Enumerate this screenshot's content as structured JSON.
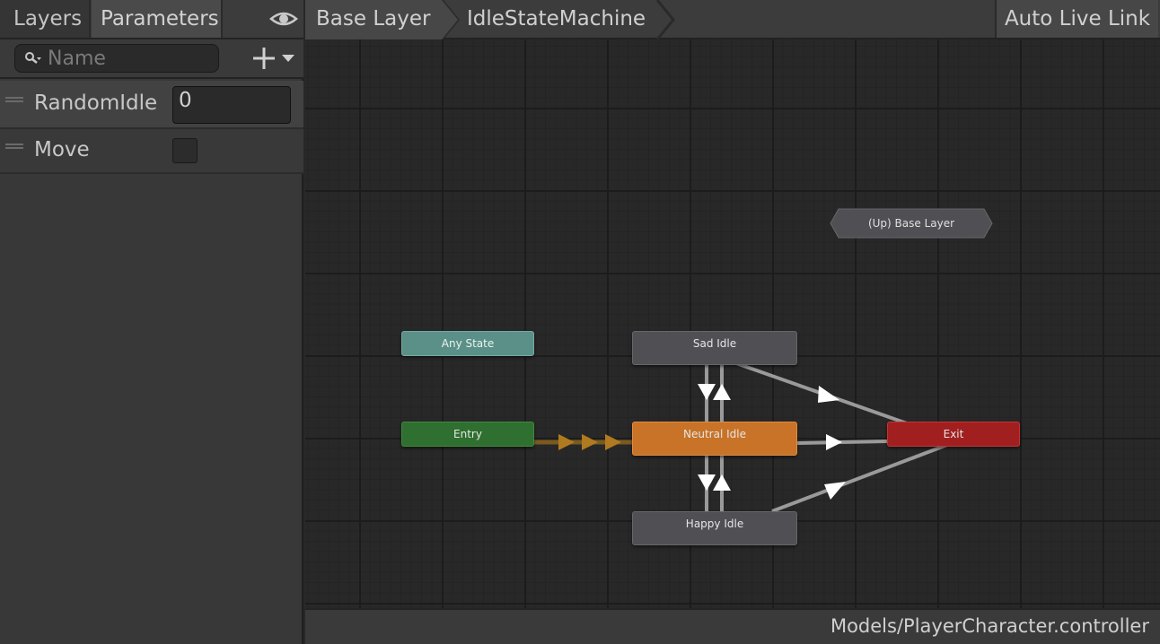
{
  "left_panel": {
    "tabs": [
      {
        "label": "Layers"
      },
      {
        "label": "Parameters"
      }
    ],
    "search": {
      "placeholder": "Name",
      "value": ""
    },
    "parameters": [
      {
        "name": "RandomIdle",
        "type": "int",
        "value": "0"
      },
      {
        "name": "Move",
        "type": "bool",
        "value": false
      }
    ]
  },
  "graph": {
    "breadcrumbs": [
      {
        "label": "Base Layer"
      },
      {
        "label": "IdleStateMachine"
      }
    ],
    "auto_live_link": "Auto Live Link",
    "nodes": {
      "any_state": "Any State",
      "entry": "Entry",
      "sad_idle": "Sad Idle",
      "neutral_idle": "Neutral Idle",
      "happy_idle": "Happy Idle",
      "exit": "Exit",
      "up_base_layer": "(Up) Base Layer"
    },
    "colors": {
      "any_state": "#5a9088",
      "entry": "#2f6f2f",
      "default_state": "#c87327",
      "state": "#4f4f54",
      "exit": "#a11f1f",
      "entry_transition": "#b07a20"
    }
  },
  "status": {
    "path": "Models/PlayerCharacter.controller"
  }
}
